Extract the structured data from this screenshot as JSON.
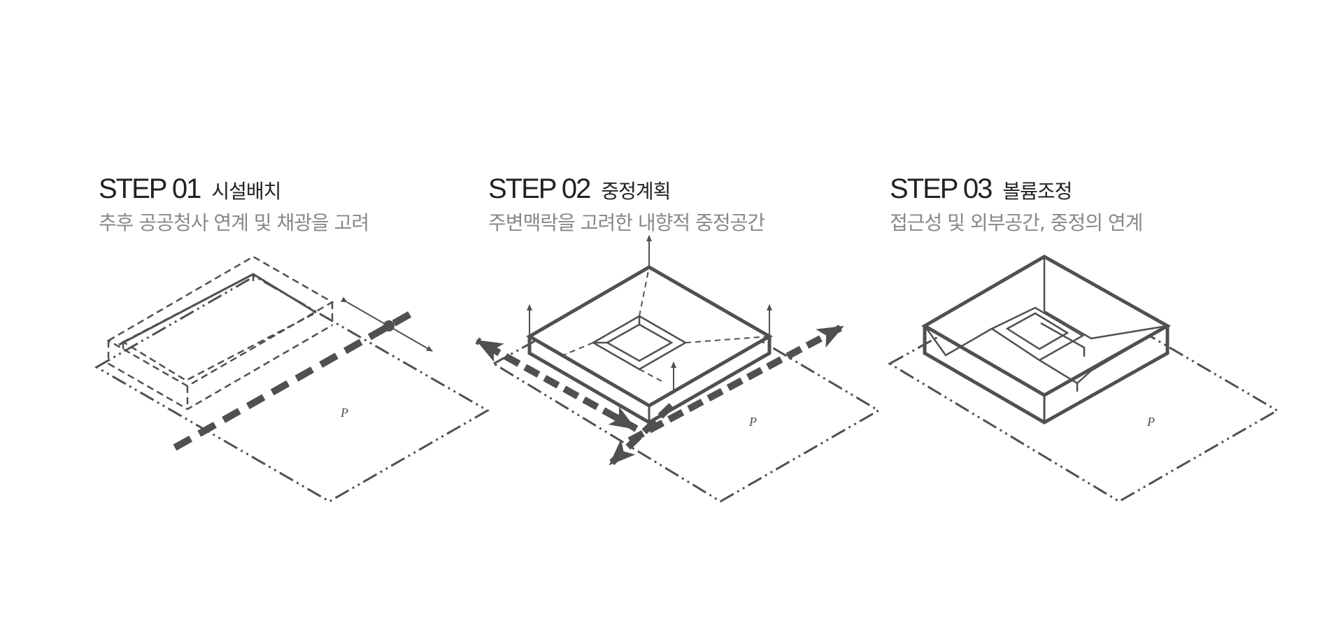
{
  "steps": [
    {
      "label": "STEP 01",
      "title": "시설배치",
      "subtitle": "추후 공공청사 연계 및 채광을 고려",
      "parking_mark": "P"
    },
    {
      "label": "STEP 02",
      "title": "중정계획",
      "subtitle": "주변맥락을 고려한 내향적 중정공간",
      "parking_mark": "P"
    },
    {
      "label": "STEP 03",
      "title": "볼륨조정",
      "subtitle": "접근성 및 외부공간, 중정의 연계",
      "parking_mark": "P"
    }
  ],
  "colors": {
    "line": "#505050",
    "subtitle": "#888888",
    "heading": "#222222"
  }
}
